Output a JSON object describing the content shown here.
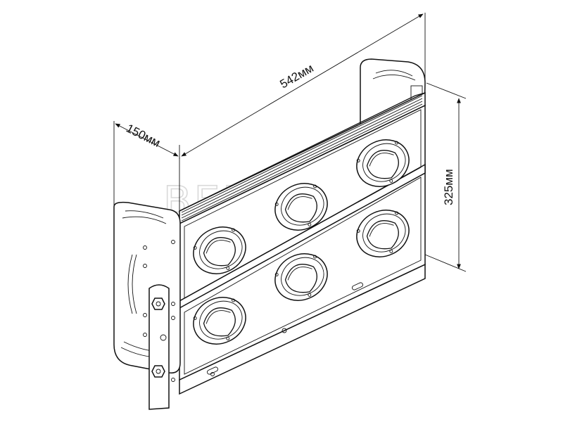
{
  "dimensions": {
    "length": "542мм",
    "depth": "150мм",
    "height": "325мм"
  },
  "watermark": {
    "text": "BEELED",
    "colors": {
      "red": "#e4573d",
      "green": "#4fb34a",
      "blue": "#3b6fd4"
    }
  },
  "module": {
    "lens_count": 6,
    "rows": 2,
    "columns": 3
  }
}
